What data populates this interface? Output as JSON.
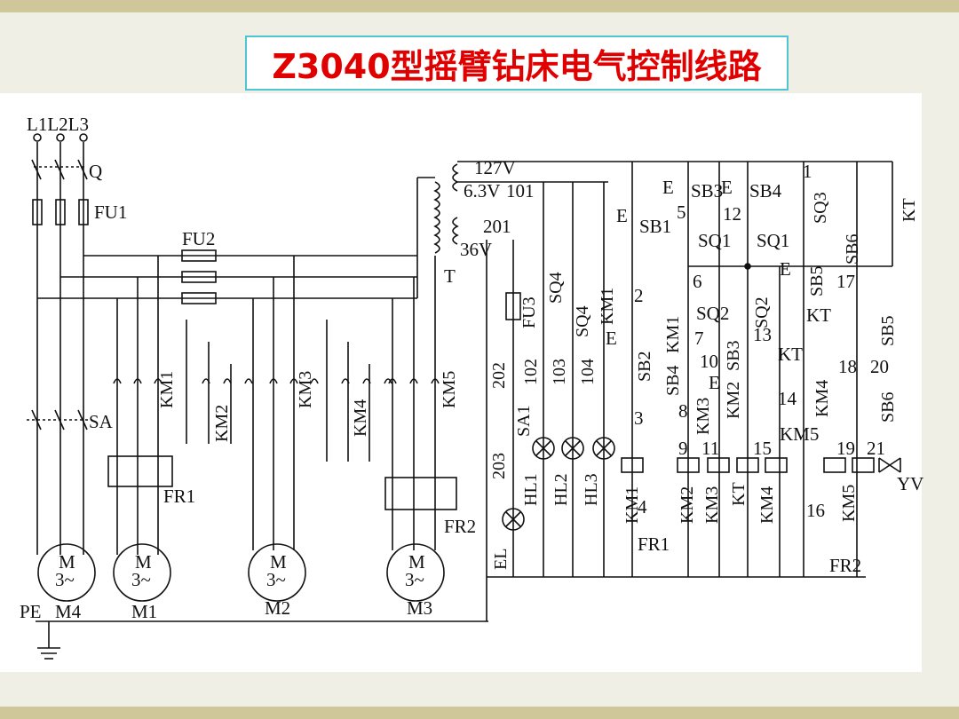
{
  "title": "Z3040型摇臂钻床电气控制线路",
  "colors": {
    "title": "#e00000",
    "title_border": "#4fc4d2",
    "band": "#cfc79a"
  },
  "labels": {
    "L1L2L3": "L1L2L3",
    "Q": "Q",
    "FU1": "FU1",
    "FU2": "FU2",
    "SA": "SA",
    "KM1": "KM1",
    "KM2": "KM2",
    "KM3": "KM3",
    "KM4": "KM4",
    "KM5": "KM5",
    "FR1": "FR1",
    "FR2": "FR2",
    "PE": "PE",
    "M": "M",
    "phase": "3~",
    "M4": "M4",
    "M1": "M1",
    "M2": "M2",
    "M3": "M3",
    "T": "T",
    "v127": "127V",
    "v63": "6.3V",
    "n101": "101",
    "n201": "201",
    "v36": "36V",
    "FU3": "FU3",
    "SQ4": "SQ4",
    "SA1": "SA1",
    "EL": "EL",
    "HL1": "HL1",
    "HL2": "HL2",
    "HL3": "HL3",
    "n202": "202",
    "n102": "102",
    "n103": "103",
    "n104": "104",
    "n203": "203",
    "E": "E",
    "SB1": "SB1",
    "SB2": "SB2",
    "SB3": "SB3",
    "SB4": "SB4",
    "SB5": "SB5",
    "SB6": "SB6",
    "SQ1": "SQ1",
    "SQ2": "SQ2",
    "SQ3": "SQ3",
    "KT": "KT",
    "YV": "YV",
    "n1": "1",
    "n2": "2",
    "n3": "3",
    "n4": "4",
    "n5": "5",
    "n6": "6",
    "n7": "7",
    "n8": "8",
    "n9": "9",
    "n10": "10",
    "n11": "11",
    "n12": "12",
    "n13": "13",
    "n14": "14",
    "n15": "15",
    "n16": "16",
    "n17": "17",
    "n18": "18",
    "n19": "19",
    "n20": "20",
    "n21": "21"
  }
}
